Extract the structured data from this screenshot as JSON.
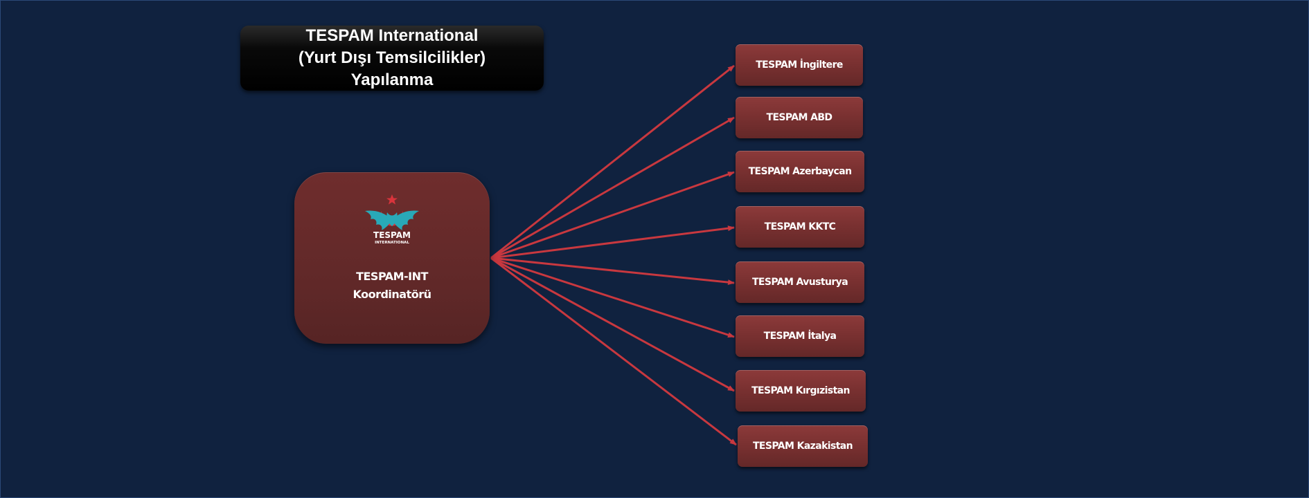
{
  "title": {
    "line1": "TESPAM International",
    "line2": "(Yurt Dışı Temsilcilikler)",
    "line3": "Yapılanma"
  },
  "center": {
    "logo_text": "TESPAM",
    "logo_subtext": "INTERNATIONAL",
    "line1": "TESPAM-INT",
    "line2": "Koordinatörü"
  },
  "nodes": [
    "TESPAM İngiltere",
    "TESPAM ABD",
    "TESPAM Azerbaycan",
    "TESPAM KKTC",
    "TESPAM Avusturya",
    "TESPAM İtalya",
    "TESPAM Kırgızistan",
    "TESPAM Kazakistan"
  ],
  "colors": {
    "background": "#10223f",
    "arrow": "#c8383f",
    "node": "#7a3131",
    "center_node": "#5f2828",
    "logo_teal": "#29a9b8",
    "logo_red": "#d9343c"
  }
}
